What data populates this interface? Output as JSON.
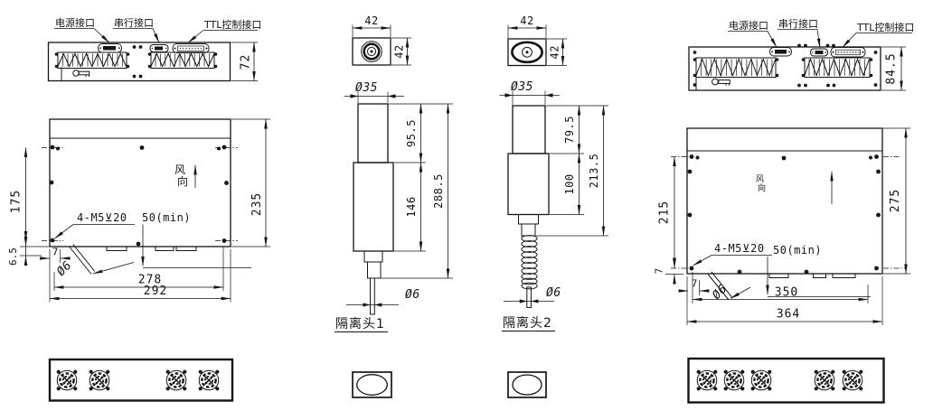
{
  "unit_small": {
    "rear_view": {
      "connector_labels": {
        "power": "电源接口",
        "serial": "串行接口",
        "ttl": "TTL控制接口"
      },
      "height_dim": "72"
    },
    "top_view": {
      "airflow_char_top": "风",
      "airflow_char_bottom": "向",
      "dims": {
        "left_height": "175",
        "bottom_offset": "6.5",
        "hole_edge_offset": "7",
        "inner_width": "278",
        "outer_width": "292",
        "right_height": "235"
      },
      "notes": {
        "mount_holes": "4-M5⊻20",
        "clearance": "50(min)",
        "hole_dia": "Ø6"
      }
    }
  },
  "unit_large": {
    "rear_view": {
      "connector_labels": {
        "power": "电源接口",
        "serial": "串行接口",
        "ttl": "TTL控制接口"
      },
      "height_dim": "84.5"
    },
    "top_view": {
      "airflow_char_top": "风",
      "airflow_char_bottom": "向",
      "dims": {
        "left_height": "215",
        "bottom_offset": "7",
        "hole_edge_offset": "7",
        "inner_width": "350",
        "outer_width": "364",
        "right_height": "275"
      },
      "notes": {
        "mount_holes": "4-M5⊻20",
        "clearance": "50(min)",
        "hole_dia": "Ø6"
      }
    }
  },
  "isolation_head_1": {
    "title": "隔离头1",
    "dims": {
      "top_width": "42",
      "top_height": "42",
      "body_dia": "Ø35",
      "upper_length": "95.5",
      "lower_length": "146",
      "total_length": "288.5",
      "cable_dia": "Ø6"
    }
  },
  "isolation_head_2": {
    "title": "隔离头2",
    "dims": {
      "top_width": "42",
      "top_height": "42",
      "body_dia": "Ø35",
      "upper_length": "79.5",
      "lower_length": "100",
      "total_length": "213.5",
      "cable_dia": "Ø6"
    }
  }
}
